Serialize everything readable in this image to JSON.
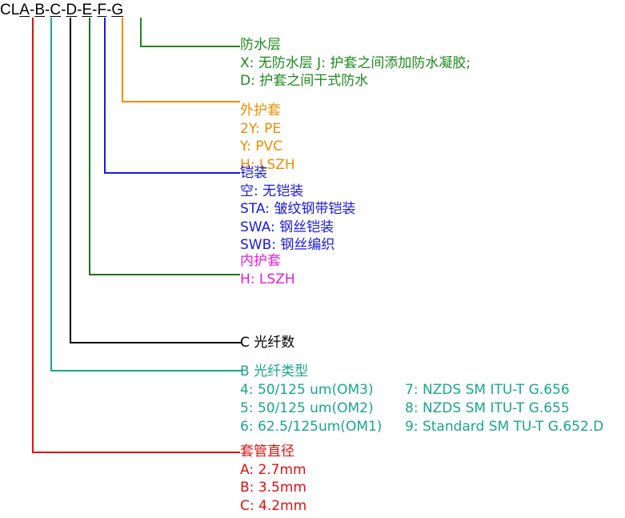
{
  "code": {
    "prefix": "CL",
    "letters": [
      "A",
      "B",
      "C",
      "D",
      "E",
      "F",
      "G"
    ],
    "sep": "-"
  },
  "colors": {
    "waterproof": "#1e8a1e",
    "outer_sheath": "#f08c00",
    "armor": "#1a1adf",
    "inner_sheath": "#e21ee2",
    "fiber_count": "#000000",
    "fiber_type": "#1aa68c",
    "tube_diameter": "#e01010",
    "inner_sheath_line": "#1e6e1e"
  },
  "blocks": {
    "waterproof": {
      "title": "防水层",
      "lines": [
        "X: 无防水层 J: 护套之间添加防水凝胶;",
        "D: 护套之间干式防水"
      ]
    },
    "outer_sheath": {
      "title": "外护套",
      "lines": [
        "2Y: PE",
        "Y: PVC",
        "H: LSZH"
      ]
    },
    "armor": {
      "title": "铠装",
      "lines": [
        "空: 无铠装",
        "STA:  皱纹钢带铠装",
        "SWA: 钢丝铠装",
        "SWB: 钢丝编织"
      ]
    },
    "inner_sheath": {
      "title": "内护套",
      "lines": [
        "H: LSZH"
      ]
    },
    "fiber_count": {
      "title": "C 光纤数"
    },
    "fiber_type": {
      "title": "B 光纤类型",
      "rows": [
        [
          "4: 50/125 um(OM3)",
          "7: NZDS SM ITU-T G.656"
        ],
        [
          "5: 50/125 um(OM2)",
          "8: NZDS SM ITU-T G.655"
        ],
        [
          "6: 62.5/125um(OM1)",
          "9: Standard SM TU-T G.652.D"
        ]
      ]
    },
    "tube_diameter": {
      "title": "套管直径",
      "lines": [
        "A: 2.7mm",
        "B: 3.5mm",
        "C: 4.2mm"
      ]
    }
  }
}
